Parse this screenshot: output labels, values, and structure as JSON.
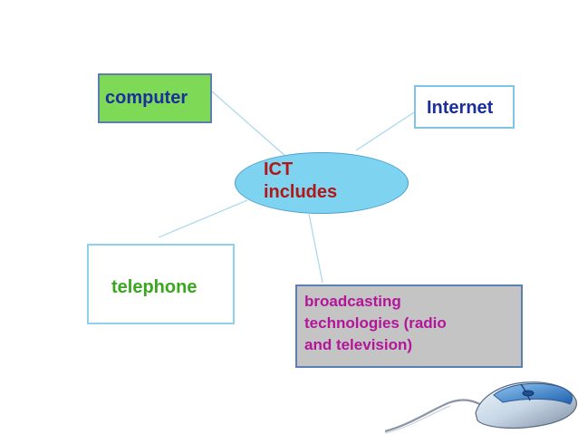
{
  "nodes": {
    "center": [
      "ICT",
      "includes"
    ],
    "computer": "computer",
    "internet": "Internet",
    "telephone": "telephone",
    "broadcasting": [
      "broadcasting",
      "technologies (radio",
      "and television)"
    ]
  },
  "colors": {
    "computer_fill": "#7ed957",
    "hub_fill": "#7ed4f0",
    "broadcast_fill": "#c4c4c4",
    "connector": "#a8d6ee"
  },
  "decoration": "computer-mouse-icon"
}
